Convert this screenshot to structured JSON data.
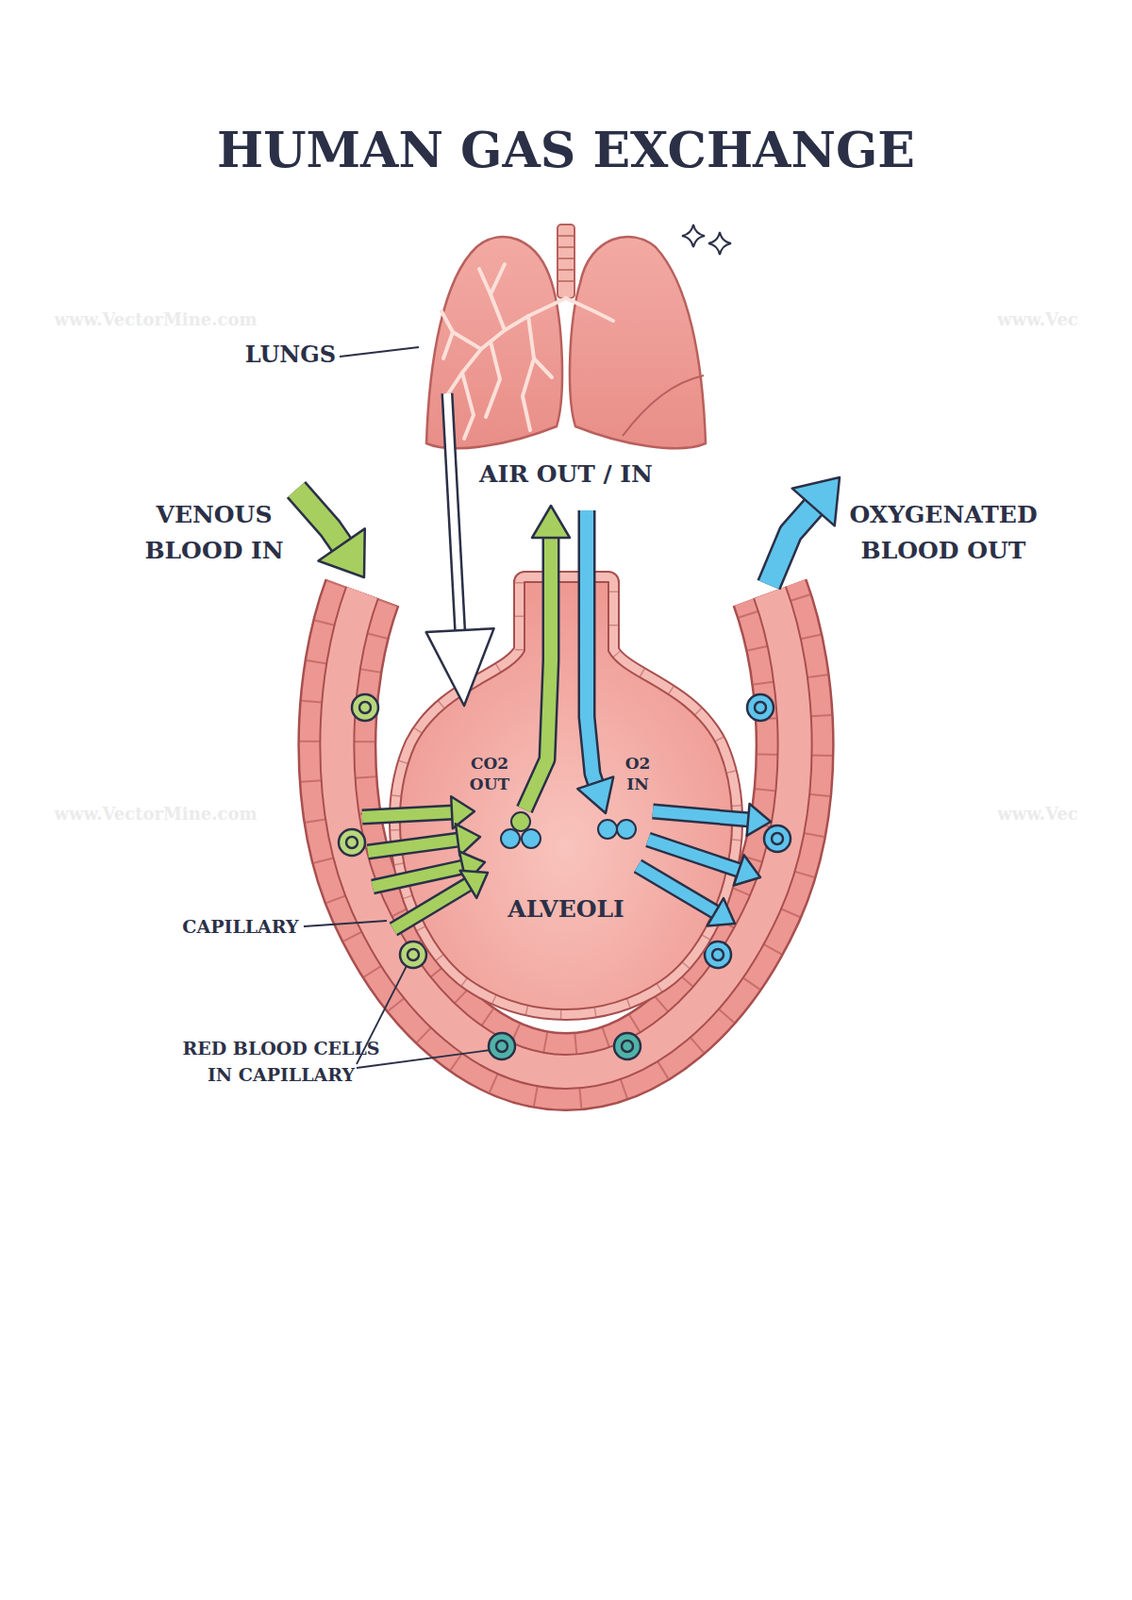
{
  "diagram": {
    "title": "HUMAN GAS EXCHANGE",
    "nodes": [
      {
        "text": [
          "CO2 OUT",
          "O2 IN",
          "ALVEOLI"
        ]
      }
    ],
    "labels": [
      "LUNGS",
      "www.VectorMine.com",
      "www.Vec",
      "AIR OUT / IN",
      "VENOUS BLOOD IN",
      "OXYGENATED BLOOD OUT",
      "www.VectorMine.com",
      "www.Vec",
      "CAPILLARY",
      "RED BLOOD CELLS IN CAPILLARY"
    ]
  }
}
